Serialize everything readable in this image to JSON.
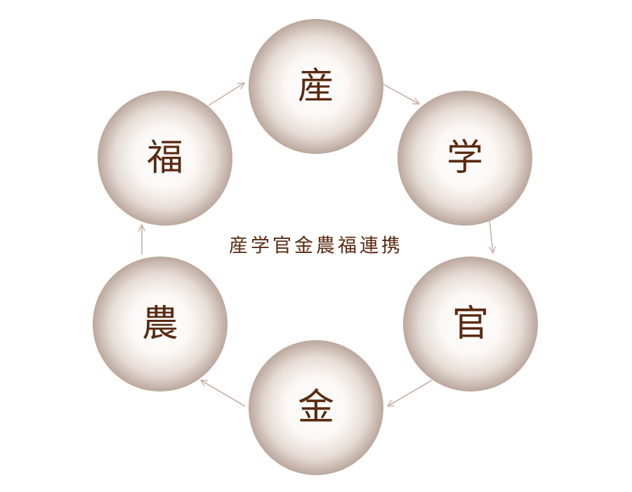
{
  "diagram": {
    "title": "産学官金農福連携",
    "nodes": [
      {
        "id": "san",
        "label": "産"
      },
      {
        "id": "gaku",
        "label": "学"
      },
      {
        "id": "kan",
        "label": "官"
      },
      {
        "id": "kin",
        "label": "金"
      },
      {
        "id": "nou",
        "label": "農"
      },
      {
        "id": "fuku",
        "label": "福"
      }
    ],
    "edges": [
      {
        "from": "san",
        "to": "gaku"
      },
      {
        "from": "gaku",
        "to": "kan"
      },
      {
        "from": "kan",
        "to": "kin"
      },
      {
        "from": "kin",
        "to": "nou"
      },
      {
        "from": "nou",
        "to": "fuku"
      },
      {
        "from": "fuku",
        "to": "san"
      }
    ],
    "colors": {
      "circle_center": "#ffffff",
      "circle_mid": "#e6dcd6",
      "circle_edge": "#bba79c",
      "text": "#5a2a10",
      "arrow": "#c9b1a8"
    }
  }
}
